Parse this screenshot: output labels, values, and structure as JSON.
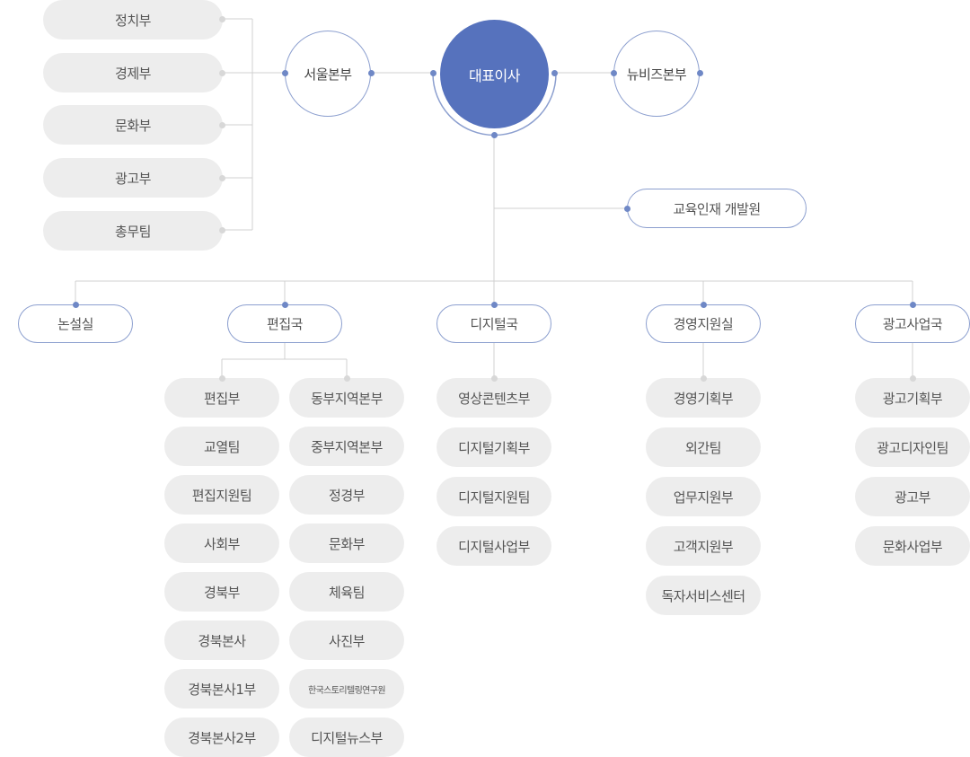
{
  "ceo": "대표이사",
  "seoul_hq": "서울본부",
  "newbiz_hq": "뉴비즈본부",
  "education": "교육인재 개발원",
  "seoul_depts": [
    "정치부",
    "경제부",
    "문화부",
    "광고부",
    "총무팀"
  ],
  "divisions": {
    "editorial_board": "논설실",
    "news": "편집국",
    "digital": "디지털국",
    "management": "경영지원실",
    "ad_business": "광고사업국"
  },
  "news_col1": [
    "편집부",
    "교열팀",
    "편집지원팀",
    "사회부",
    "경북부",
    "경북본사",
    "경북본사1부",
    "경북본사2부"
  ],
  "news_col2": [
    "동부지역본부",
    "중부지역본부",
    "정경부",
    "문화부",
    "체육팀",
    "사진부",
    "한국스토리텔링연구원",
    "디지털뉴스부"
  ],
  "digital_depts": [
    "영상콘텐츠부",
    "디지털기획부",
    "디지털지원팀",
    "디지털사업부"
  ],
  "management_depts": [
    "경영기획부",
    "외간팀",
    "업무지원부",
    "고객지원부",
    "독자서비스센터"
  ],
  "ad_depts": [
    "광고기획부",
    "광고디자인팀",
    "광고부",
    "문화사업부"
  ]
}
